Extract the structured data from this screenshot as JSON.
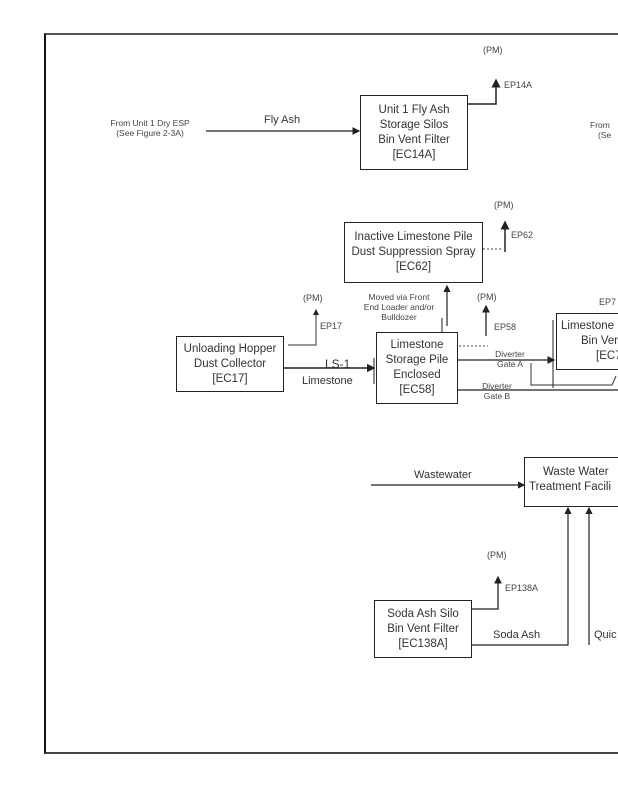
{
  "diagram": {
    "nodes": {
      "ec14a": {
        "lines": [
          "Unit 1 Fly Ash",
          "Storage Silos",
          "Bin Vent Filter",
          "[EC14A]"
        ]
      },
      "ec62": {
        "lines": [
          "Inactive Limestone Pile",
          "Dust Suppression Spray",
          "[EC62]"
        ]
      },
      "ec17": {
        "lines": [
          "Unloading Hopper",
          "Dust Collector",
          "[EC17]"
        ]
      },
      "ec58": {
        "lines": [
          "Limestone",
          "Storage Pile",
          "Enclosed",
          "[EC58]"
        ]
      },
      "ec7x": {
        "lines": [
          "Limestone",
          "Bin Ven",
          "[EC7"
        ]
      },
      "wwtf": {
        "lines": [
          "Waste Water",
          "Treatment Facili"
        ]
      },
      "ec138a": {
        "lines": [
          "Soda Ash Silo",
          "Bin Vent Filter",
          "[EC138A]"
        ]
      }
    },
    "sources": {
      "unit1_esp": {
        "line1": "From Unit 1 Dry ESP",
        "line2": "(See Figure 2-3A)"
      },
      "right_from": {
        "line1": "From",
        "line2": "(Se"
      }
    },
    "flows": {
      "fly_ash": "Fly Ash",
      "ls1": "LS-1",
      "limestone": "Limestone",
      "moved_via": [
        "Moved via Front",
        "End Loader and/or",
        "Bulldozer"
      ],
      "diverter_a": [
        "Diverter",
        "Gate A"
      ],
      "diverter_b": [
        "Diverter",
        "Gate B"
      ],
      "wastewater": "Wastewater",
      "soda_ash": "Soda Ash",
      "quic": "Quic"
    },
    "emissions": {
      "ep14a": {
        "pollutant": "(PM)",
        "point": "EP14A"
      },
      "ep62": {
        "pollutant": "(PM)",
        "point": "EP62"
      },
      "ep17": {
        "pollutant": "(PM)",
        "point": "EP17"
      },
      "ep58": {
        "pollutant": "(PM)",
        "point": "EP58"
      },
      "ep7x": {
        "point": "EP7"
      },
      "ep138a": {
        "pollutant": "(PM)",
        "point": "EP138A"
      }
    }
  }
}
